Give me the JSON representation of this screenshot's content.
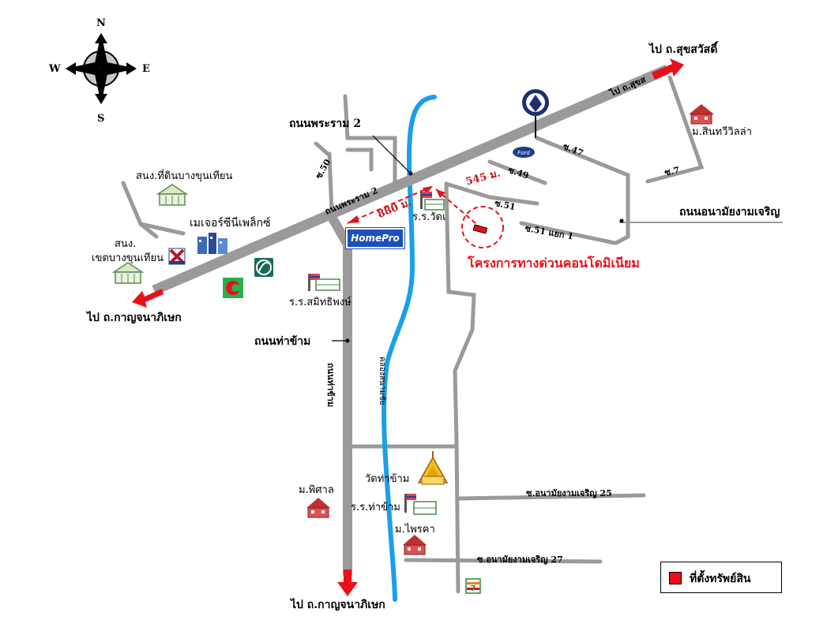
{
  "compass": {
    "north": "N",
    "south": "S",
    "east": "E",
    "west": "W"
  },
  "roads": {
    "rama2": "ถนนพระราม 2",
    "rama2_on_road": "ถนนพระราม 2",
    "tha_kham": "ถนนท่าข้าม",
    "tha_kham_on_road": "ถนนท่าข้าม",
    "anamai": "ถนนอนามัยงามเจริญ",
    "canal": "คลองสนามชัย",
    "to_sukhsawat_on_road": "ไป ถ.สุขส",
    "soi_50": "ซ.50",
    "soi_47": "ซ.47",
    "soi_49": "ซ.49",
    "soi_51": "ซ.51",
    "soi_51_1": "ซ.51 แยก 1",
    "soi_7": "ซ.7",
    "soi_25": "ซ.อนามัยงามเจริญ 25",
    "soi_27": "ซ.อนามัยงามเจริญ 27"
  },
  "directions": {
    "to_sukhsawat": "ไป ถ.สุขสวัสดิ์",
    "to_kanchana_west": "ไป ถ.กาญจนาภิเษก",
    "to_kanchana_south": "ไป ถ.กาญจนาภิเษก"
  },
  "landmarks": {
    "land_office": "สนง.ที่ดินบางขุนเทียน",
    "district_office_line1": "สนง.",
    "district_office_line2": "เขตบางขุนเทียน",
    "mega_complex": "เมเจอร์ซีนีเพล็กซ์",
    "homepro": "HomePro",
    "school_wat": "ร.ร.วัดเ",
    "school_samithi": "ร.ร.สมิทธิพงษ์",
    "village_sinthavi": "ม.สินทวีวิลล่า",
    "wat_tha_kham": "วัดท่าข้าม",
    "school_tha_kham": "ร.ร.ท่าข้าม",
    "village_phisan": "ม.พิศาล",
    "village_phruksa": "ม.ไพรคา"
  },
  "distances": {
    "d1": "545 ม.",
    "d2": "880 ม."
  },
  "project": "โครงการทางด่วนคอนโดมิเนียม",
  "legend": {
    "property": "ที่ตั้งทรัพย์สิน"
  },
  "colors": {
    "road": "#9a9a9a",
    "canal": "#1aa0e8",
    "highlight": "#e8101a",
    "text": "#000000"
  },
  "icons": [
    "compass-rose-icon",
    "bank-logo-icon",
    "ford-logo-icon",
    "school-icon",
    "house-icon",
    "temple-icon",
    "homepro-logo-icon",
    "tesco-lotus-icon",
    "big-c-icon",
    "seven-eleven-icon",
    "red-arrow-icon"
  ]
}
